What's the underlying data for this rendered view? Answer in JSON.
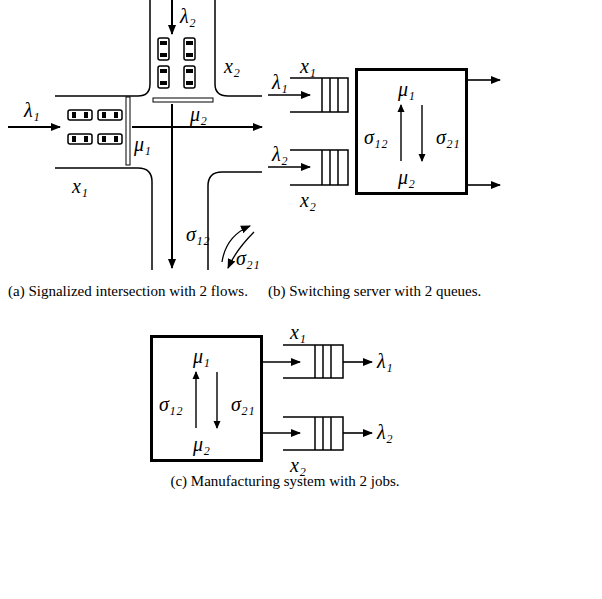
{
  "diagram": {
    "nodes": [
      {
        "text": [
          "μ₁",
          "σ₁₂",
          "σ₂₁",
          "μ₂"
        ]
      },
      {
        "text": [
          "μ₁",
          "σ₁₂",
          "σ₂₁",
          "μ₂"
        ]
      }
    ],
    "labels": [
      "λ₁",
      "λ₂",
      "x₂",
      "μ₂",
      "μ₁",
      "x₁",
      "σ₁₂",
      "σ₂₁",
      "(a) Signalized intersection with 2 flows.",
      "x₁",
      "λ₁",
      "λ₂",
      "x₂",
      "(b) Switching server with 2 queues.",
      "x₁",
      "λ₁",
      "x₂",
      "λ₂",
      "(c) Manufacturing system with 2 jobs."
    ]
  }
}
